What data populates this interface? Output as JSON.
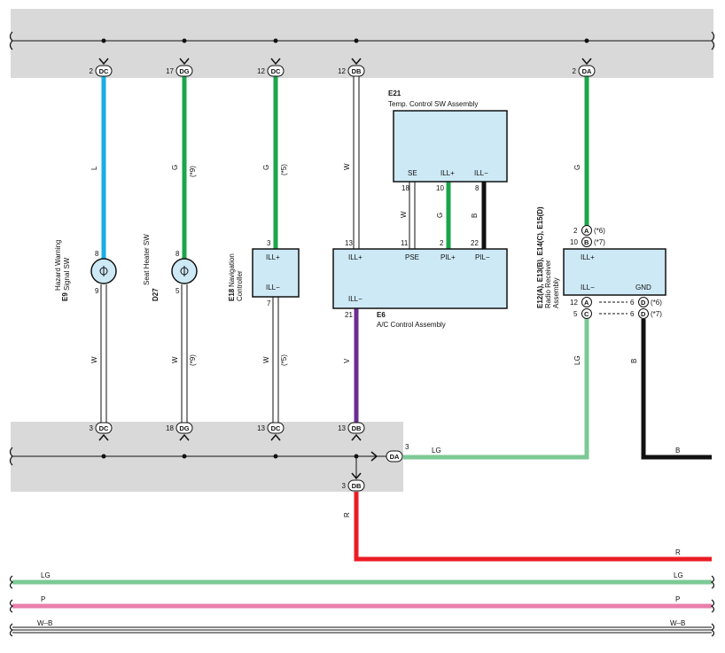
{
  "splices_top": [
    {
      "pin": "2",
      "code": "DC"
    },
    {
      "pin": "17",
      "code": "DG"
    },
    {
      "pin": "12",
      "code": "DC"
    },
    {
      "pin": "12",
      "code": "DB"
    },
    {
      "pin": "2",
      "code": "DA"
    }
  ],
  "splices_bottom": [
    {
      "pin": "3",
      "code": "DC"
    },
    {
      "pin": "18",
      "code": "DG"
    },
    {
      "pin": "13",
      "code": "DC"
    },
    {
      "pin": "13",
      "code": "DB"
    },
    {
      "pin": "3",
      "code": "DA"
    },
    {
      "pin": "3",
      "code": "DB"
    }
  ],
  "components": {
    "e21": {
      "code": "E21",
      "name": "Temp.  Control SW Assembly",
      "pins": {
        "se": "SE",
        "ill_plus": "ILL+",
        "ill_minus": "ILL−"
      }
    },
    "e6": {
      "code": "E6",
      "name": "A/C Control Assembly",
      "pins": {
        "ill_plus": "ILL+",
        "pse": "PSE",
        "pil_plus": "PIL+",
        "pil_minus": "PIL−",
        "ill_minus": "ILL−"
      }
    },
    "e18": {
      "code": "E18",
      "line1": "Navigation",
      "line2": "Controller",
      "pins": {
        "ill_plus": "ILL+",
        "ill_minus": "ILL−"
      }
    },
    "e9": {
      "code": "E9",
      "line1": "Hazard Warning",
      "line2": "Signal SW"
    },
    "d27": {
      "code": "D27",
      "name": "Seat Heater SW"
    },
    "radio": {
      "codes": "E12(A), E13(B), E14(C), E15(D)",
      "line1": "Radio Receiver",
      "line2": "Assembly",
      "pins": {
        "ill_plus": "ILL+",
        "ill_minus": "ILL−",
        "gnd": "GND"
      }
    }
  },
  "pin_numbers": {
    "e9_top": "8",
    "e9_bot": "9",
    "d27_top": "8",
    "d27_bot": "5",
    "e18_top": "3",
    "e18_bot": "7",
    "e6_illp": "13",
    "e6_pse": "11",
    "e6_pilp": "2",
    "e6_pilm": "22",
    "e6_illm": "21",
    "e21_se": "18",
    "e21_illp": "10",
    "e21_illm": "8",
    "r_a": "2",
    "r_b": "10",
    "r_c_a": "12",
    "r_c_c": "5",
    "r_d1": "6",
    "r_d2": "6"
  },
  "connector_letters": {
    "a": "A",
    "b": "B",
    "c": "C",
    "d": "D"
  },
  "notes": {
    "n5": "(*5)",
    "n6": "(*6)",
    "n7": "(*7)",
    "n9": "(*9)"
  },
  "wire_colors": {
    "L": "L",
    "G": "G",
    "W": "W",
    "V": "V",
    "B": "B",
    "LG": "LG",
    "R": "R",
    "P": "P",
    "WB": "W–B"
  },
  "palette": {
    "shade": "#d9d9d9",
    "box": "#cde9f6",
    "blue": "#19aee6",
    "green": "#1aa64a",
    "purple": "#6d2c91",
    "black": "#111111",
    "lightgreen": "#7dc995",
    "red": "#ec1c24",
    "pink": "#e97fac"
  }
}
